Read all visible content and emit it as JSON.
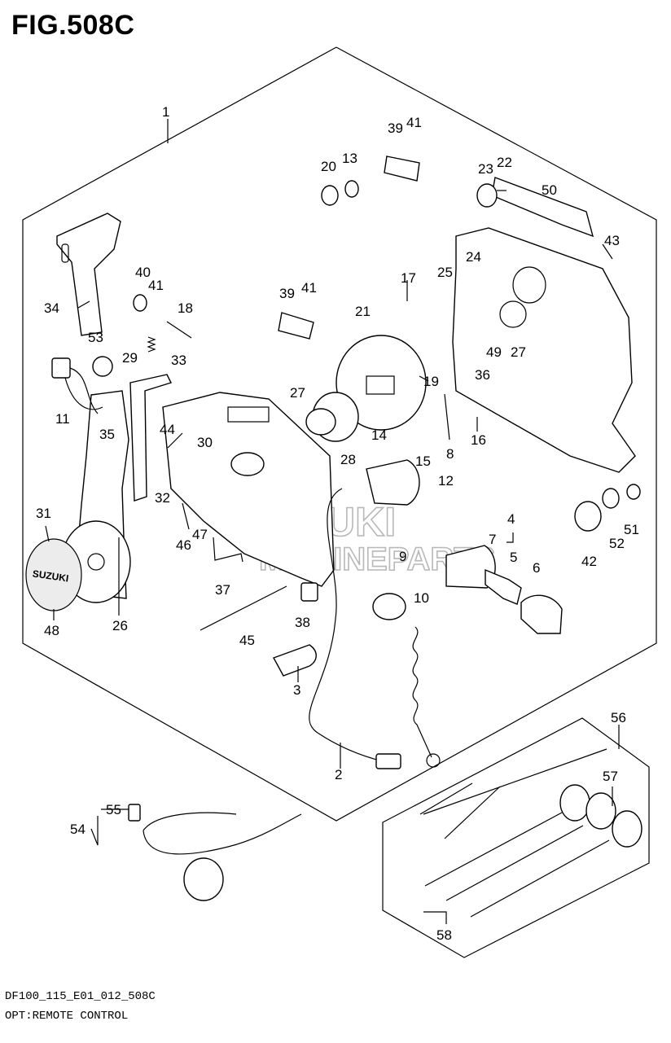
{
  "figure": {
    "title": "FIG.508C",
    "code": "DF100_115_E01_012_508C",
    "caption": "OPT:REMOTE CONTROL"
  },
  "watermark": {
    "line1": "SUZUKI",
    "line2": "MARINEPARTS"
  },
  "logo_text": "SUZUKI",
  "callouts": [
    "1",
    "2",
    "3",
    "4",
    "5",
    "6",
    "7",
    "8",
    "9",
    "10",
    "11",
    "12",
    "13",
    "14",
    "15",
    "16",
    "17",
    "18",
    "19",
    "20",
    "21",
    "22",
    "23",
    "24",
    "25",
    "26",
    "27",
    "27",
    "28",
    "29",
    "30",
    "31",
    "32",
    "33",
    "34",
    "35",
    "36",
    "37",
    "38",
    "39",
    "39",
    "40",
    "41",
    "41",
    "41",
    "42",
    "43",
    "44",
    "45",
    "46",
    "47",
    "48",
    "49",
    "50",
    "51",
    "52",
    "53",
    "54",
    "55",
    "56",
    "57",
    "58"
  ]
}
